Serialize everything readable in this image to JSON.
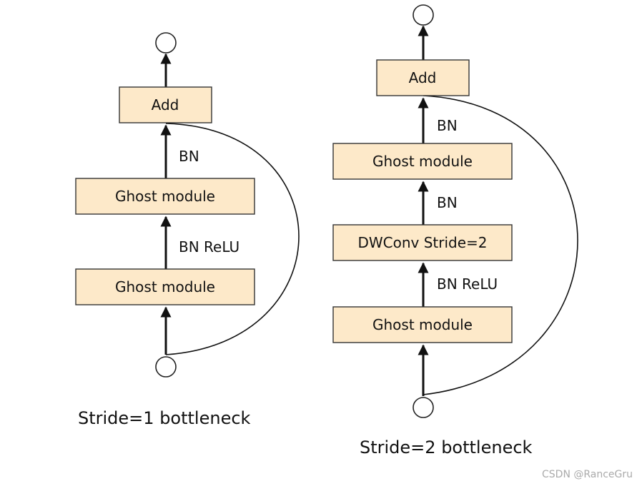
{
  "diagrams": [
    {
      "caption": "Stride=1 bottleneck",
      "blocks": [
        {
          "id": "add",
          "label": "Add"
        },
        {
          "id": "ghost2",
          "label": "Ghost module"
        },
        {
          "id": "ghost1",
          "label": "Ghost module"
        }
      ],
      "edge_labels": [
        {
          "between": "ghost2-add",
          "label": "BN"
        },
        {
          "between": "ghost1-ghost2",
          "label": "BN ReLU"
        }
      ]
    },
    {
      "caption": "Stride=2 bottleneck",
      "blocks": [
        {
          "id": "add",
          "label": "Add"
        },
        {
          "id": "ghost2",
          "label": "Ghost module"
        },
        {
          "id": "dwconv",
          "label": "DWConv Stride=2"
        },
        {
          "id": "ghost1",
          "label": "Ghost module"
        }
      ],
      "edge_labels": [
        {
          "between": "ghost2-add",
          "label": "BN"
        },
        {
          "between": "dwconv-ghost2",
          "label": "BN"
        },
        {
          "between": "ghost1-dwconv",
          "label": "BN ReLU"
        }
      ]
    }
  ],
  "watermark": "CSDN @RanceGru",
  "colors": {
    "block_fill": "#fde9c9",
    "block_stroke": "#333333",
    "line": "#111111"
  }
}
